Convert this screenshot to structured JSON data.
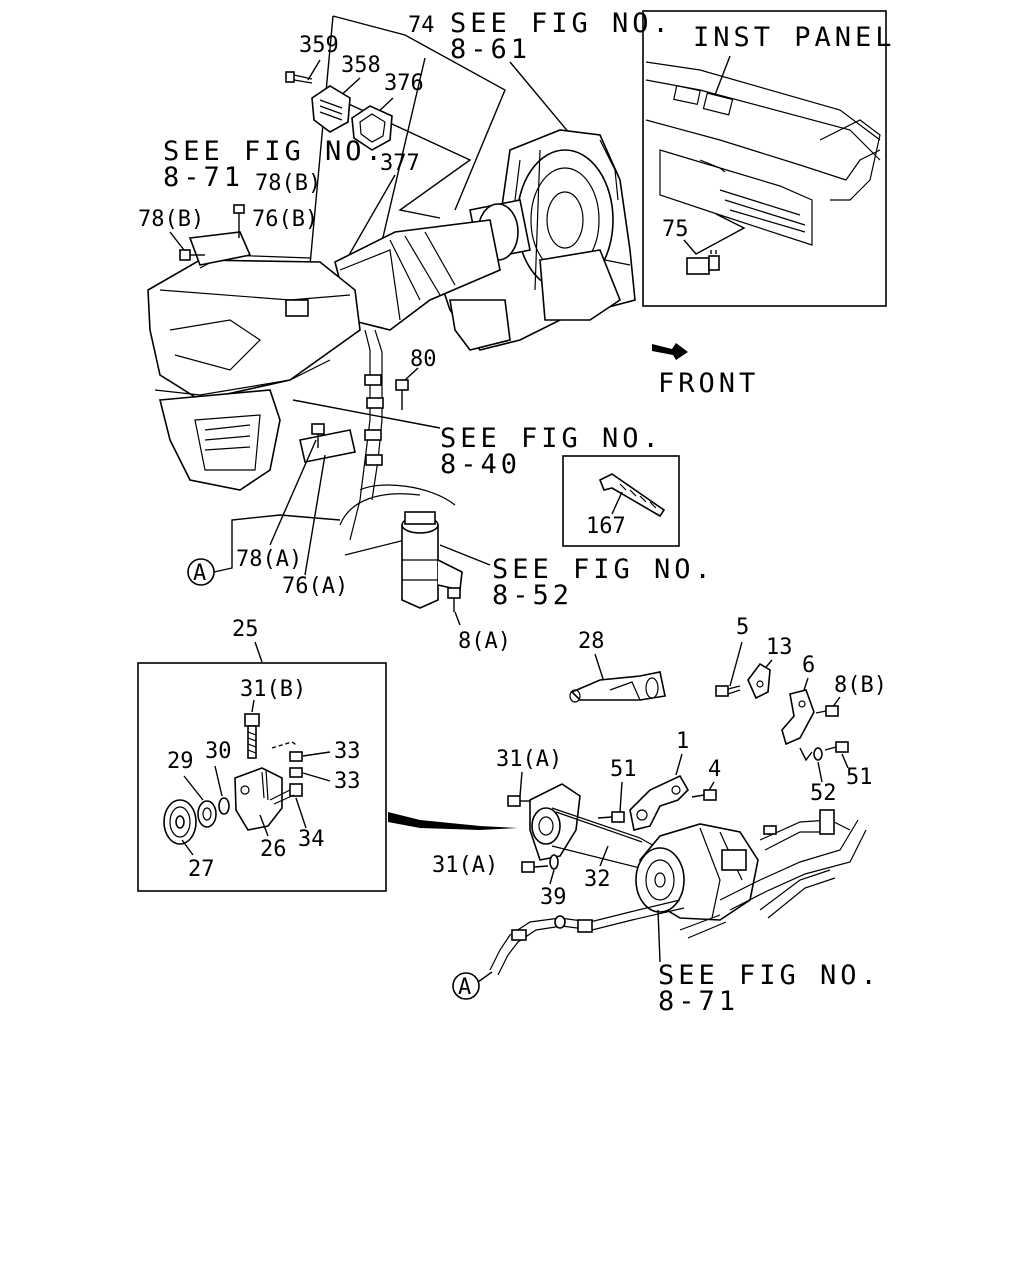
{
  "references": {
    "fig_8_61": [
      "SEE FIG NO.",
      "8-61"
    ],
    "fig_8_71_top": [
      "SEE FIG NO.",
      "8-71"
    ],
    "fig_8_40": [
      "SEE FIG NO.",
      "8-40"
    ],
    "fig_8_52": [
      "SEE FIG NO.",
      "8-52"
    ],
    "fig_8_71_bottom": [
      "SEE FIG NO.",
      "8-71"
    ]
  },
  "inset_panel": {
    "title": "INST PANEL",
    "part": "75"
  },
  "front_label": "FRONT",
  "tie_inset_part": "167",
  "connector_letter": "A",
  "parts": {
    "p74": "74",
    "p359": "359",
    "p358": "358",
    "p376": "376",
    "p377": "377",
    "p78B_a": "78(B)",
    "p78B_b": "78(B)",
    "p76B": "76(B)",
    "p80": "80",
    "p78A": "78(A)",
    "p76A": "76(A)",
    "p8A": "8(A)",
    "p25": "25",
    "p31B": "31(B)",
    "p29": "29",
    "p30": "30",
    "p33a": "33",
    "p33b": "33",
    "p34": "34",
    "p26": "26",
    "p27": "27",
    "p28": "28",
    "p5": "5",
    "p13": "13",
    "p6": "6",
    "p8B": "8(B)",
    "p31A_a": "31(A)",
    "p51a": "51",
    "p1": "1",
    "p4": "4",
    "p52": "52",
    "p51b": "51",
    "p31A_b": "31(A)",
    "p39": "39",
    "p32": "32"
  }
}
